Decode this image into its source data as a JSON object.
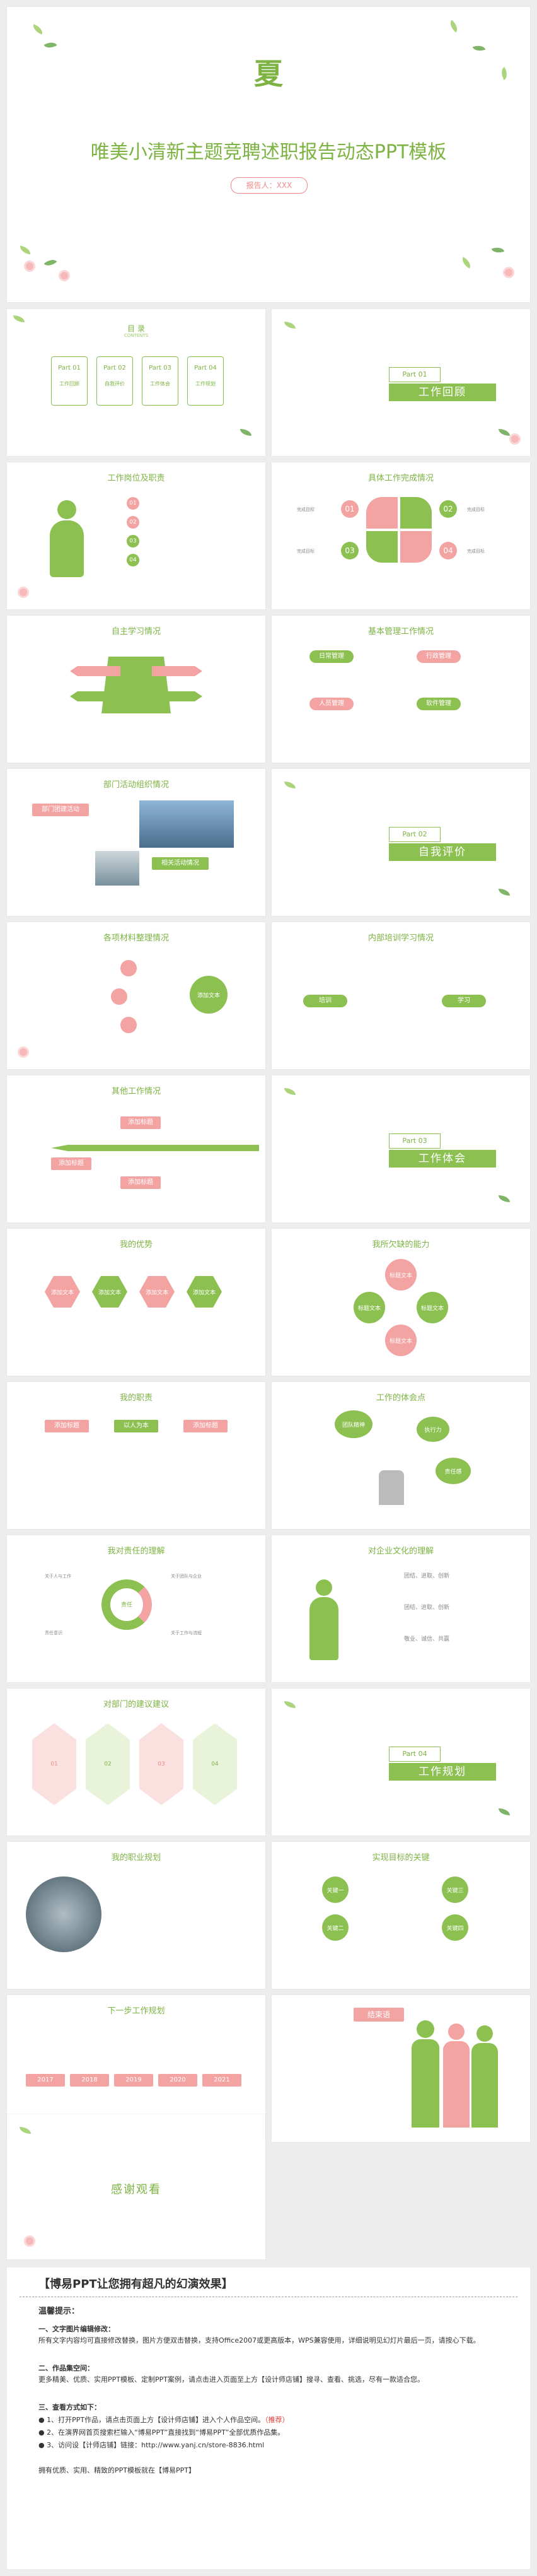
{
  "title_slide": {
    "big_char": "夏",
    "title": "唯美小清新主题竞聘述职报告动态PPT模板",
    "reporter": "报告人：XXX"
  },
  "toc": {
    "title": "目 录",
    "subtitle": "CONTENTS",
    "parts": [
      {
        "num": "Part 01",
        "label": "工作回顾"
      },
      {
        "num": "Part 02",
        "label": "自我评价"
      },
      {
        "num": "Part 03",
        "label": "工作体会"
      },
      {
        "num": "Part 04",
        "label": "工作规划"
      }
    ]
  },
  "sections": [
    {
      "num": "Part 01",
      "label": "工作回顾"
    },
    {
      "num": "Part 02",
      "label": "自我评价"
    },
    {
      "num": "Part 03",
      "label": "工作体会"
    },
    {
      "num": "Part 04",
      "label": "工作规划"
    }
  ],
  "slide_titles": {
    "s3": "工作岗位及职责",
    "s4": "具体工作完成情况",
    "s5": "自主学习情况",
    "s6": "基本管理工作情况",
    "s7": "部门活动组织情况",
    "s9": "各项材料整理情况",
    "s10": "内部培训学习情况",
    "s11": "其他工作情况",
    "s13": "我的优势",
    "s14": "我所欠缺的能力",
    "s15": "我的职责",
    "s16": "工作的体会点",
    "s17": "我对责任的理解",
    "s18": "对企业文化的理解",
    "s19": "对部门的建议建议",
    "s21": "我的职业规划",
    "s22": "实现目标的关键",
    "s23": "下一步工作规划",
    "s25": "感谢观看"
  },
  "labels": {
    "job_nums": [
      "01",
      "02",
      "03",
      "04"
    ],
    "work_nums": [
      "01",
      "02",
      "03",
      "04"
    ],
    "work_items": [
      "完成目标",
      "完成目标",
      "完成目标",
      "完成目标"
    ],
    "mgmt": [
      "日常管理",
      "行政管理",
      "人员管理",
      "软件管理"
    ],
    "activity": [
      "部门团建活动",
      "相关活动情况"
    ],
    "materials_center": "添加文本",
    "training": [
      "培训",
      "学习"
    ],
    "other": [
      "添加标题",
      "添加标题",
      "添加标题"
    ],
    "strengths": [
      "添加文本",
      "添加文本",
      "添加文本",
      "添加文本"
    ],
    "lacking": [
      "标题文本",
      "标题文本",
      "标题文本",
      "标题文本"
    ],
    "duties": [
      "添加标题",
      "以人为本",
      "添加标题"
    ],
    "feelings": [
      "团队精神",
      "执行力",
      "责任感"
    ],
    "responsibility": [
      "关于人与工作",
      "关于团队与企业",
      "责任意识",
      "关于工作与流程"
    ],
    "responsibility_center": "责任",
    "culture": [
      "团结、进取、创新",
      "团结、进取、创新",
      "敬业、诚信、共赢"
    ],
    "suggestions": [
      "01",
      "02",
      "03",
      "04"
    ],
    "keys": [
      "关键一",
      "关键二",
      "关键三",
      "关键四"
    ],
    "years": [
      "2017",
      "2018",
      "2019",
      "2020",
      "2021"
    ],
    "conclusion": "结束语"
  },
  "info": {
    "heading": "【博易PPT让您拥有超凡的幻演效果】",
    "tip": "温馨提示：",
    "h1": "一、文字图片编辑修改：",
    "p1": "所有文字内容均可直接修改替换，图片方便双击替换，支持Office2007或更高版本，WPS兼容使用，详细说明见幻灯片最后一页，请按心下载。",
    "h2": "二、作品集空间：",
    "p2": "更多精美、优质、实用PPT模板、定制PPT案例，请点击进入页面至上方【设计师店铺】搜寻、查看、挑选，尽有一款适合您。",
    "h3": "三、查看方式如下：",
    "b1": "1、打开PPT作品，请点击页面上方【设计师店铺】进入个人作品空间。",
    "b1red": "（推荐）",
    "b2": "2、在演界网首页搜索栏输入“博易PPT”直接找到“博易PPT”全部优质作品集。",
    "b3": "3、访问设【计师店铺】链接：http://www.yanj.cn/store-8836.html",
    "footer": "拥有优质、实用、精致的PPT模板就在【博易PPT】"
  }
}
